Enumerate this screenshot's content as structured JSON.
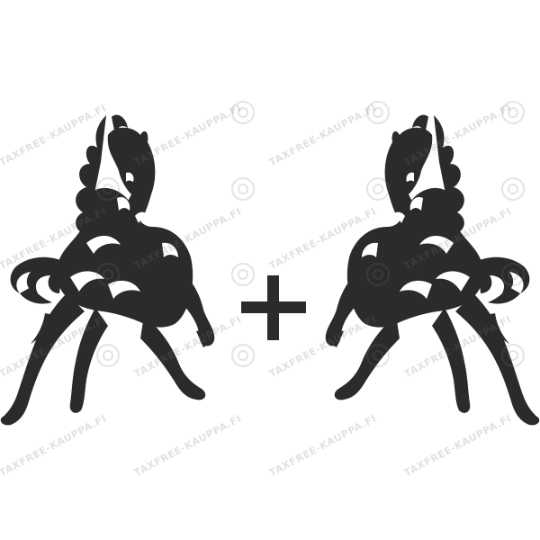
{
  "image": {
    "background_color": "#ffffff",
    "ink_color": "#2b2b2b",
    "watermark_text": "TAXFREE-KAUPPA.FI",
    "watermark_icon": "circular-seal-icon",
    "operator_icon": "plus-icon",
    "figures": [
      {
        "icon": "rearing-horse-icon",
        "facing": "right"
      },
      {
        "icon": "rearing-horse-icon",
        "facing": "left"
      }
    ]
  }
}
